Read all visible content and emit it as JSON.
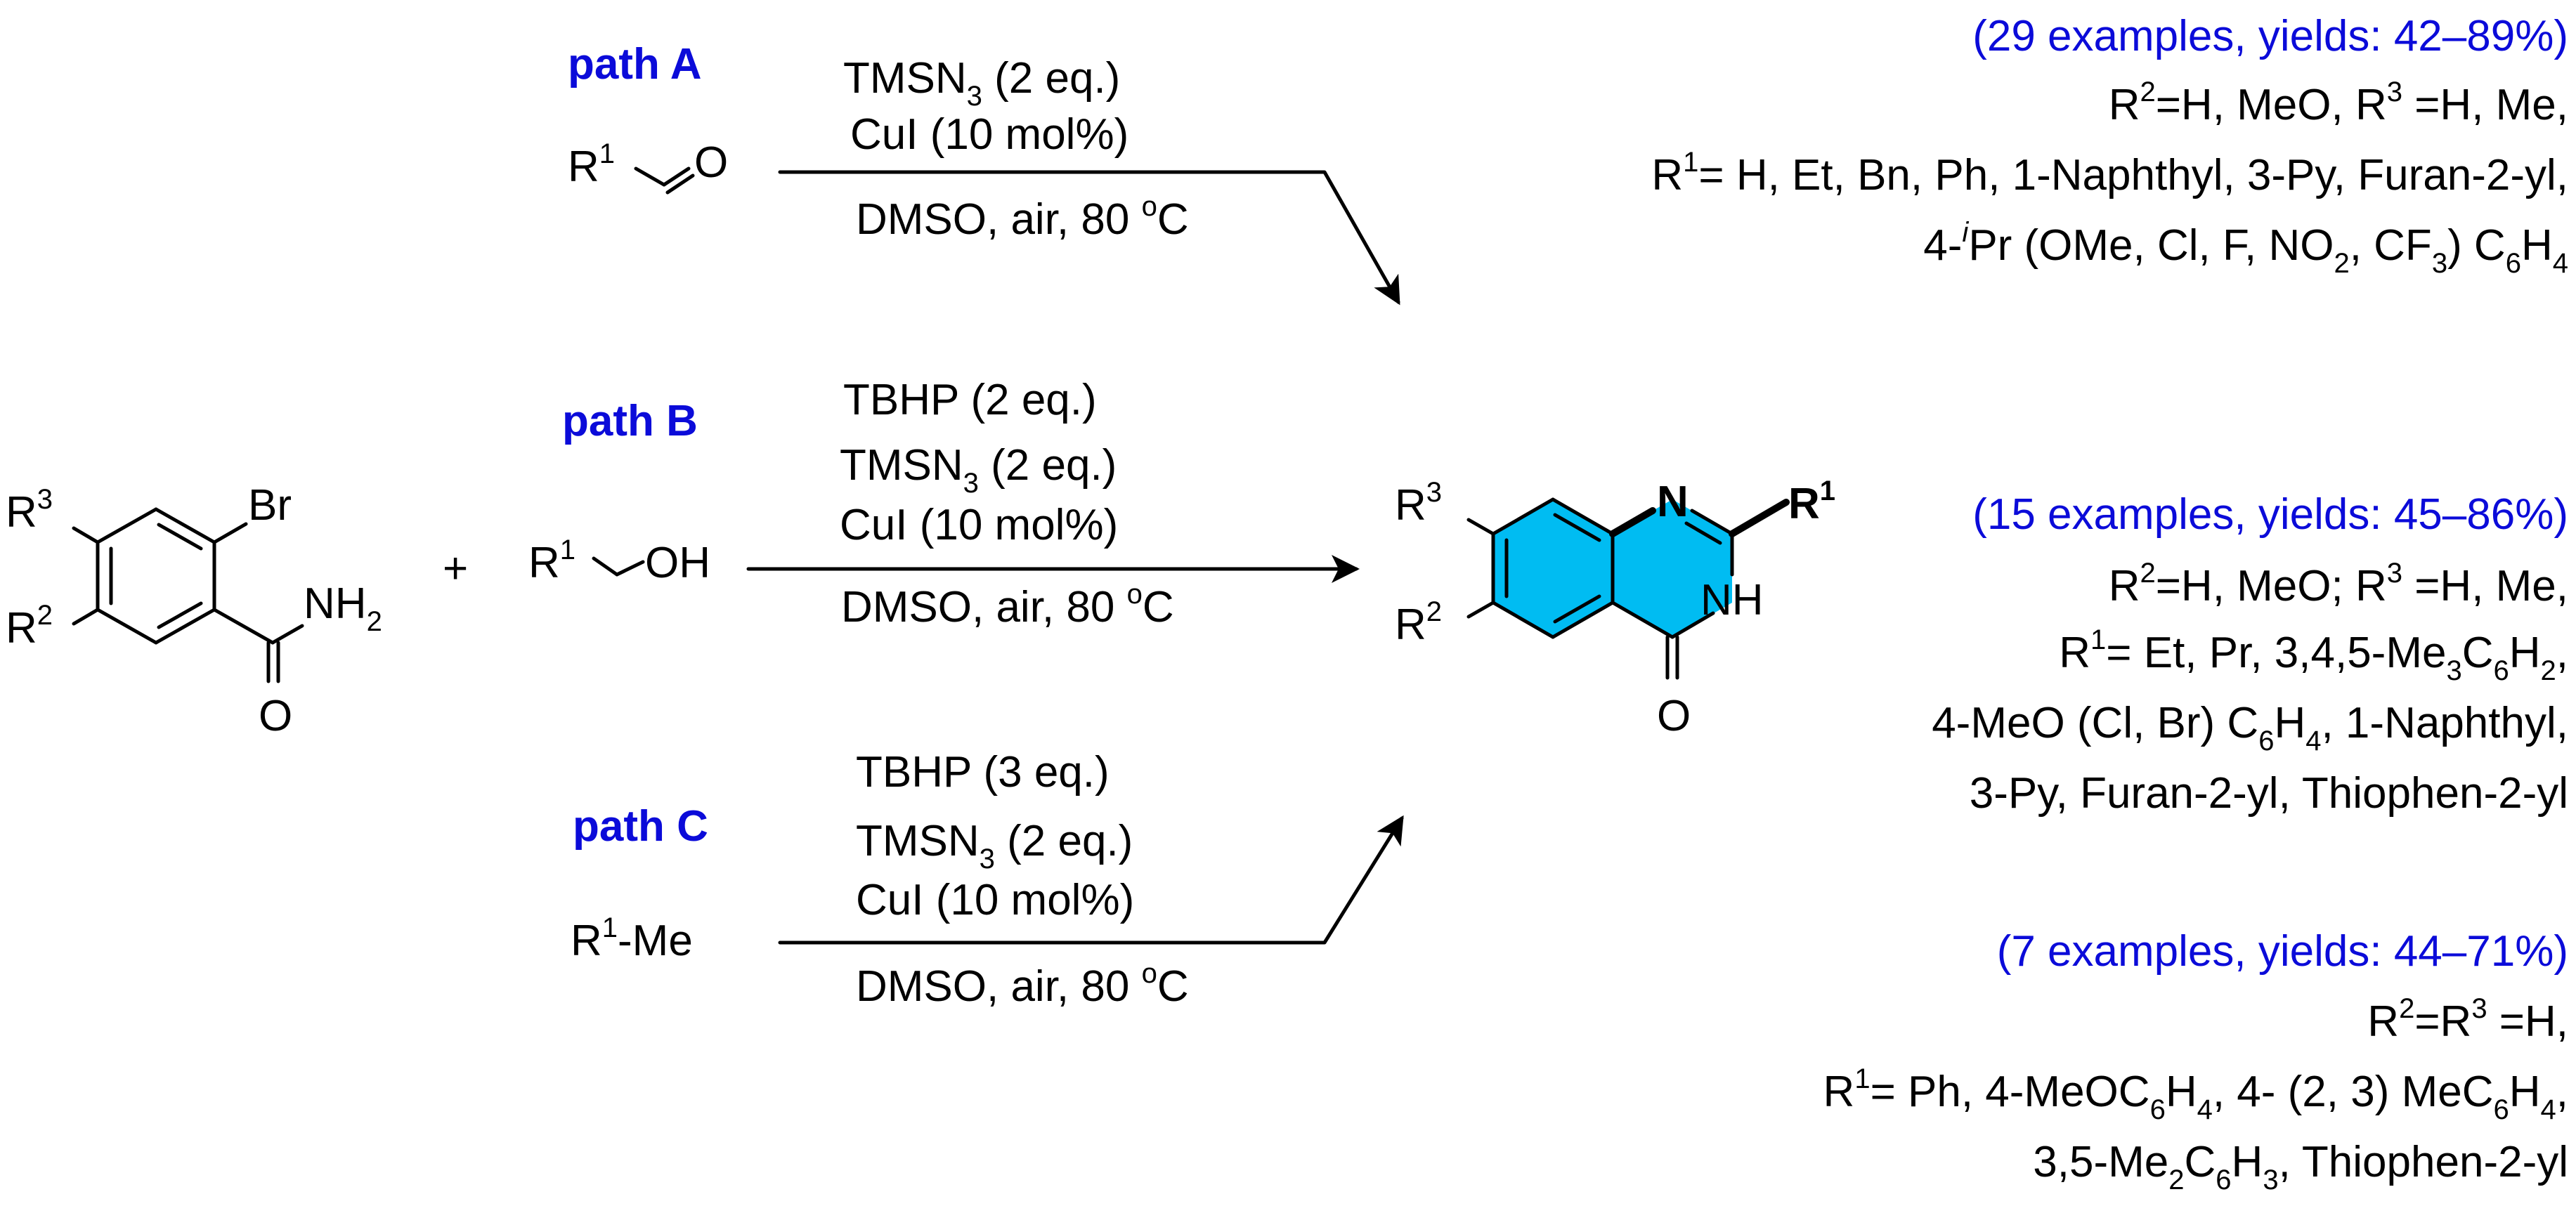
{
  "colors": {
    "label_blue": "#0b0bd9",
    "ring_fill": "#00bcf2",
    "line": "#000000"
  },
  "reactant": {
    "r3": "R",
    "r3_sup": "3",
    "br": "Br",
    "r2": "R",
    "r2_sup": "2",
    "nh2": "NH",
    "nh2_sub": "2",
    "o": "O"
  },
  "plus": "+",
  "path_a": {
    "label": "path A",
    "substrate": {
      "r": "R",
      "r_sup": "1",
      "o": "O"
    },
    "reagent1": {
      "a": "TMSN",
      "sub": "3",
      "b": " (2 eq.)"
    },
    "reagent2": "CuI (10 mol%)",
    "conditions": {
      "a": "DMSO, air, 80 ",
      "sup": "o",
      "b": "C"
    }
  },
  "path_b": {
    "label": "path B",
    "substrate": {
      "r": "R",
      "r_sup": "1",
      "oh": "OH"
    },
    "reagent0": "TBHP (2 eq.)",
    "reagent1": {
      "a": "TMSN",
      "sub": "3",
      "b": " (2 eq.)"
    },
    "reagent2": "CuI (10 mol%)",
    "conditions": {
      "a": "DMSO, air, 80 ",
      "sup": "o",
      "b": "C"
    }
  },
  "path_c": {
    "label": "path C",
    "substrate": {
      "r": "R",
      "r_sup": "1",
      "rest": "-Me"
    },
    "reagent0": "TBHP (3 eq.)",
    "reagent1": {
      "a": "TMSN",
      "sub": "3",
      "b": " (2 eq.)"
    },
    "reagent2": "CuI (10 mol%)",
    "conditions": {
      "a": "DMSO, air, 80 ",
      "sup": "o",
      "b": "C"
    }
  },
  "product": {
    "r3": "R",
    "r3_sup": "3",
    "r2": "R",
    "r2_sup": "2",
    "n": "N",
    "r1": "R",
    "r1_sup": "1",
    "nh": "NH",
    "o": "O"
  },
  "results_a": {
    "summary": "(29 examples, yields: 42–89%)",
    "l1": {
      "a": "R",
      "s1": "2",
      "b": "=H, MeO, R",
      "s2": "3",
      "c": " =H, Me,"
    },
    "l2": {
      "a": "R",
      "s1": "1",
      "b": "= H, Et, Bn, Ph, 1-Naphthyl, 3-Py, Furan-2-yl,"
    },
    "l3": {
      "a": "4-",
      "s1": "i",
      "b": "Pr (OMe, Cl, F, NO",
      "s2": "2",
      "c": ", CF",
      "s3": "3",
      "d": ") C",
      "s4": "6",
      "e": "H",
      "s5": "4"
    }
  },
  "results_b": {
    "summary": "(15 examples, yields: 45–86%)",
    "l1": {
      "a": "R",
      "s1": "2",
      "b": "=H, MeO; R",
      "s2": "3",
      "c": " =H, Me,"
    },
    "l2": {
      "a": "R",
      "s1": "1",
      "b": "= Et, Pr, 3,4,5-Me",
      "s2": "3",
      "c": "C",
      "s3": "6",
      "d": "H",
      "s4": "2",
      "e": ","
    },
    "l3": {
      "a": "4-MeO (Cl, Br) C",
      "s1": "6",
      "b": "H",
      "s2": "4",
      "c": ", 1-Naphthyl,"
    },
    "l4": "3-Py, Furan-2-yl, Thiophen-2-yl"
  },
  "results_c": {
    "summary": "(7 examples, yields: 44–71%)",
    "l1": {
      "a": "R",
      "s1": "2",
      "b": "=R",
      "s2": "3",
      "c": " =H,"
    },
    "l2": {
      "a": "R",
      "s1": "1",
      "b": "= Ph, 4-MeOC",
      "s2": "6",
      "c": "H",
      "s3": "4",
      "d": ", 4- (2, 3) MeC",
      "s4": "6",
      "e": "H",
      "s5": "4",
      "f": ","
    },
    "l3": {
      "a": "3,5-Me",
      "s1": "2",
      "b": "C",
      "s2": "6",
      "c": "H",
      "s3": "3",
      "d": ", Thiophen-2-yl"
    }
  }
}
